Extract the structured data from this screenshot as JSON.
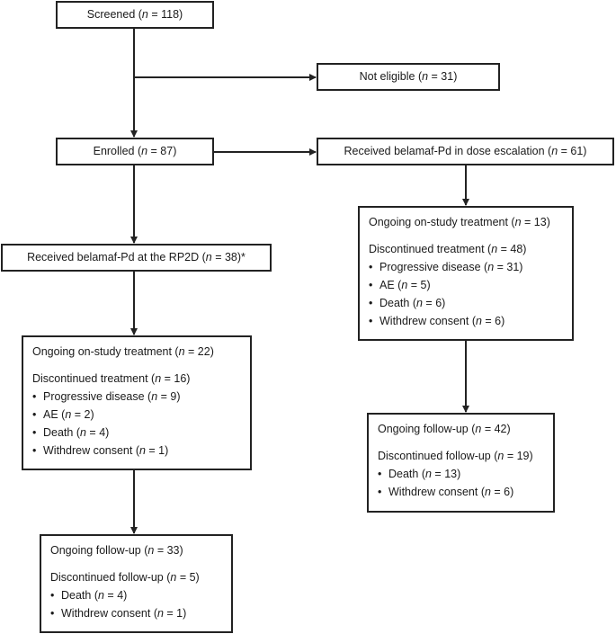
{
  "colors": {
    "line": "#222222",
    "text": "#1a1a1a"
  },
  "screened": {
    "pre": "Screened (",
    "n": "n",
    "post": " = 118)"
  },
  "not_eligible": {
    "pre": "Not eligible (",
    "n": "n",
    "post": " = 31)"
  },
  "enrolled": {
    "pre": "Enrolled (",
    "n": "n",
    "post": " = 87)"
  },
  "dose_escalation": {
    "pre": "Received belamaf-Pd in dose escalation (",
    "n": "n",
    "post": " = 61)"
  },
  "rp2d": {
    "pre": "Received belamaf-Pd at the RP2D (",
    "n": "n",
    "post": " = 38)*"
  },
  "esc_treatment": {
    "ongoing": {
      "pre": "Ongoing on-study treatment (",
      "n": "n",
      "post": " = 13)"
    },
    "discontinued": {
      "pre": "Discontinued treatment (",
      "n": "n",
      "post": " = 48)"
    },
    "items": [
      {
        "pre": "Progressive disease (",
        "n": "n",
        "post": " = 31)"
      },
      {
        "pre": "AE (",
        "n": "n",
        "post": " = 5)"
      },
      {
        "pre": "Death (",
        "n": "n",
        "post": " = 6)"
      },
      {
        "pre": "Withdrew consent (",
        "n": "n",
        "post": " = 6)"
      }
    ]
  },
  "rp2d_treatment": {
    "ongoing": {
      "pre": "Ongoing on-study treatment (",
      "n": "n",
      "post": " = 22)"
    },
    "discontinued": {
      "pre": "Discontinued treatment (",
      "n": "n",
      "post": " = 16)"
    },
    "items": [
      {
        "pre": "Progressive disease (",
        "n": "n",
        "post": " = 9)"
      },
      {
        "pre": "AE (",
        "n": "n",
        "post": " = 2)"
      },
      {
        "pre": "Death (",
        "n": "n",
        "post": " = 4)"
      },
      {
        "pre": "Withdrew consent (",
        "n": "n",
        "post": " = 1)"
      }
    ]
  },
  "esc_followup": {
    "ongoing": {
      "pre": "Ongoing follow-up (",
      "n": "n",
      "post": " = 42)"
    },
    "discontinued": {
      "pre": "Discontinued follow-up (",
      "n": "n",
      "post": " = 19)"
    },
    "items": [
      {
        "pre": "Death (",
        "n": "n",
        "post": " = 13)"
      },
      {
        "pre": "Withdrew consent (",
        "n": "n",
        "post": " = 6)"
      }
    ]
  },
  "rp2d_followup": {
    "ongoing": {
      "pre": "Ongoing follow-up (",
      "n": "n",
      "post": " = 33)"
    },
    "discontinued": {
      "pre": "Discontinued follow-up (",
      "n": "n",
      "post": " = 5)"
    },
    "items": [
      {
        "pre": "Death (",
        "n": "n",
        "post": " = 4)"
      },
      {
        "pre": "Withdrew consent (",
        "n": "n",
        "post": " = 1)"
      }
    ]
  }
}
